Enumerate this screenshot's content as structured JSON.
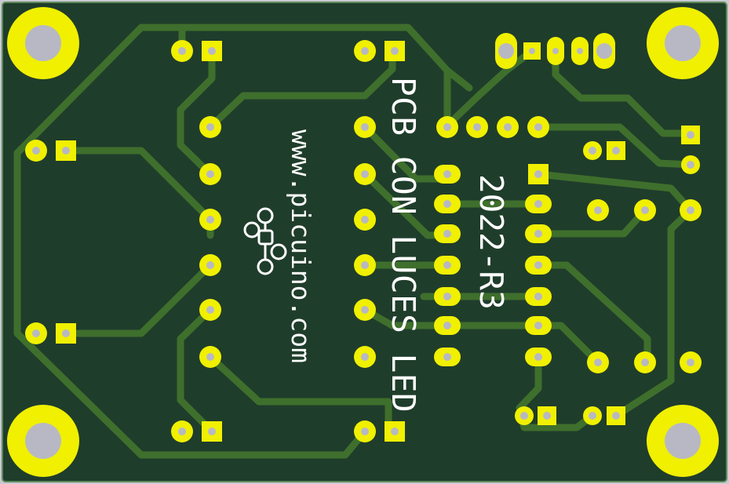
{
  "colors": {
    "frame": "#c9c9d1",
    "board": "#1f3d2b",
    "board_edge": "#5f8a5a",
    "trace": "#3f6f2c",
    "pad": "#f0f000",
    "drill": "#b8b8c4",
    "silk": "#ffffff"
  },
  "labels": {
    "title": "PCB CON LUCES LED",
    "revision": "2022-R3",
    "website": "www.picuino.com"
  },
  "logo": {
    "icon": "picuino-logo-icon"
  }
}
